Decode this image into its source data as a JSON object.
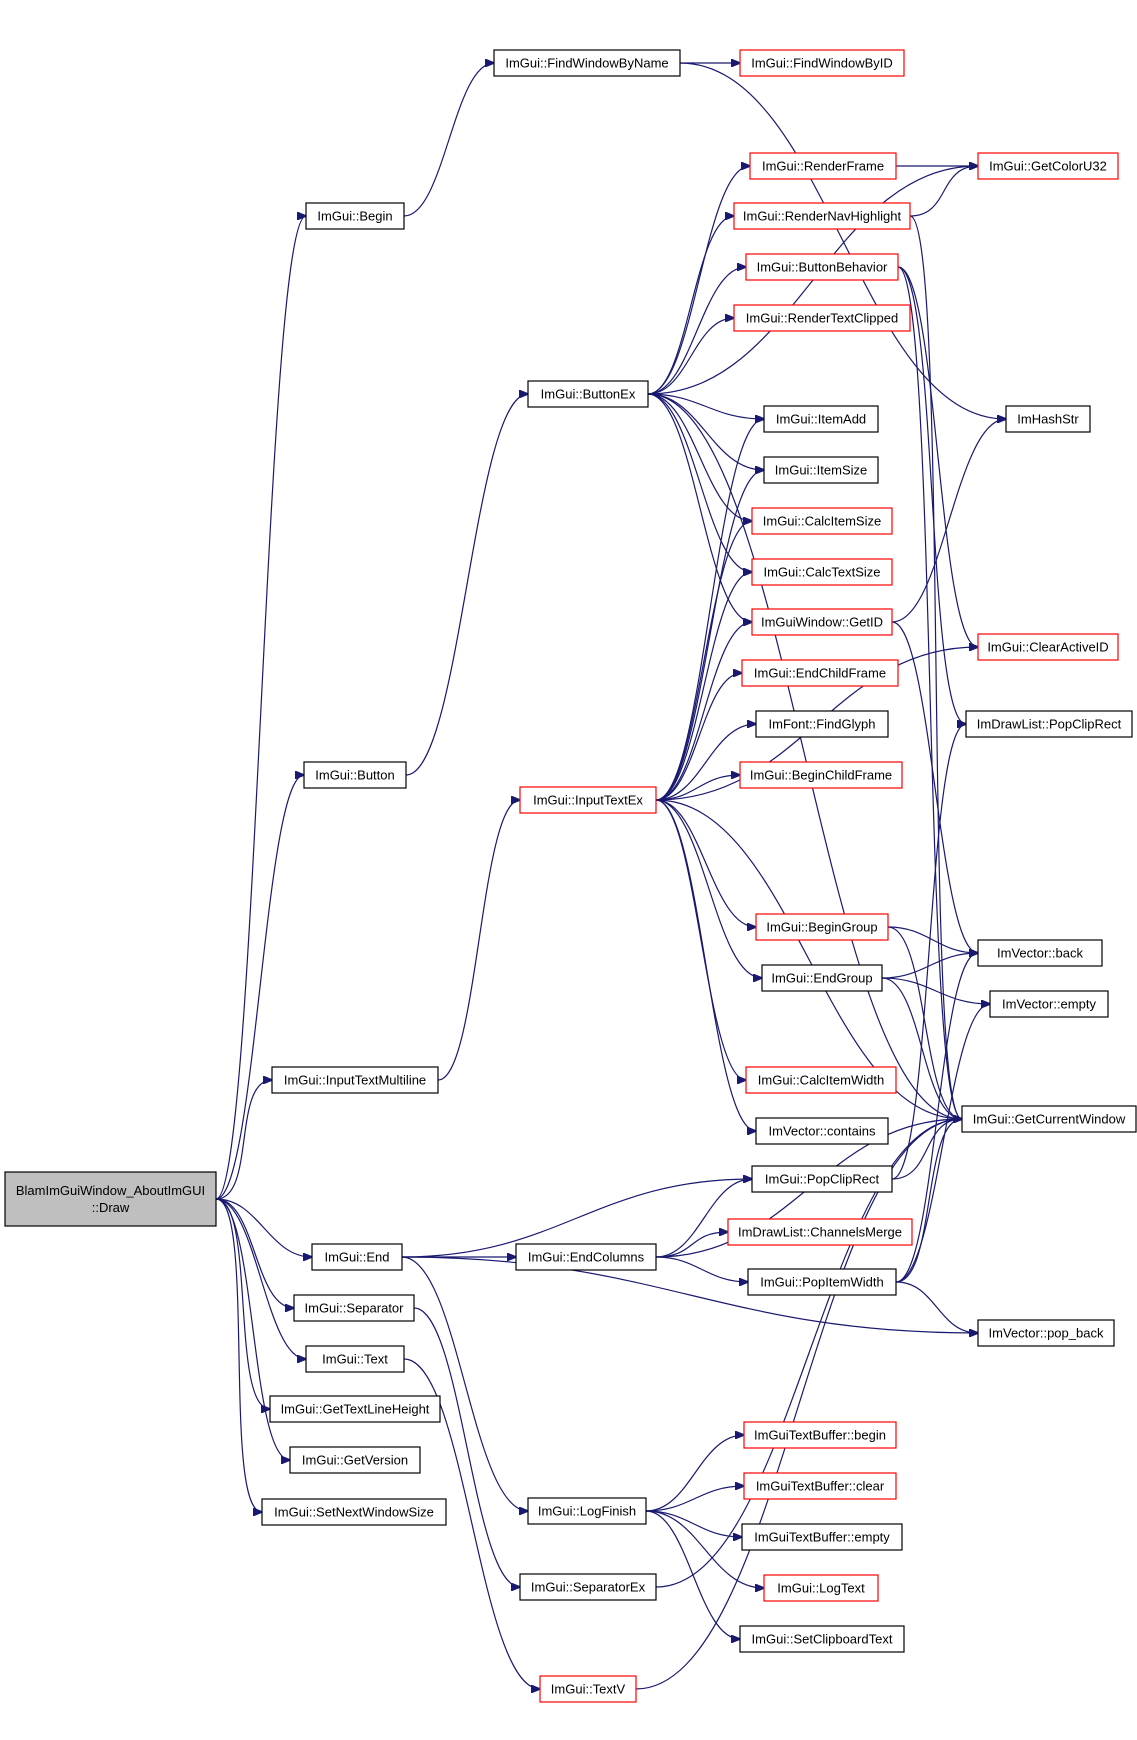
{
  "graph": {
    "root_id": "root",
    "nodes": [
      {
        "id": "root",
        "lines": [
          "BlamImGuiWindow_AboutImGUI",
          "::Draw"
        ],
        "style": "root"
      },
      {
        "id": "findWindowByName",
        "lines": [
          "ImGui::FindWindowByName"
        ],
        "style": "black"
      },
      {
        "id": "findWindowByID",
        "lines": [
          "ImGui::FindWindowByID"
        ],
        "style": "red"
      },
      {
        "id": "begin",
        "lines": [
          "ImGui::Begin"
        ],
        "style": "black"
      },
      {
        "id": "renderFrame",
        "lines": [
          "ImGui::RenderFrame"
        ],
        "style": "red"
      },
      {
        "id": "getColorU32",
        "lines": [
          "ImGui::GetColorU32"
        ],
        "style": "red"
      },
      {
        "id": "renderNavHighlight",
        "lines": [
          "ImGui::RenderNavHighlight"
        ],
        "style": "red"
      },
      {
        "id": "buttonBehavior",
        "lines": [
          "ImGui::ButtonBehavior"
        ],
        "style": "red"
      },
      {
        "id": "renderTextClipped",
        "lines": [
          "ImGui::RenderTextClipped"
        ],
        "style": "red"
      },
      {
        "id": "buttonEx",
        "lines": [
          "ImGui::ButtonEx"
        ],
        "style": "black"
      },
      {
        "id": "itemAdd",
        "lines": [
          "ImGui::ItemAdd"
        ],
        "style": "black"
      },
      {
        "id": "imHashStr",
        "lines": [
          "ImHashStr"
        ],
        "style": "black"
      },
      {
        "id": "itemSize",
        "lines": [
          "ImGui::ItemSize"
        ],
        "style": "black"
      },
      {
        "id": "calcItemSize",
        "lines": [
          "ImGui::CalcItemSize"
        ],
        "style": "red"
      },
      {
        "id": "calcTextSize",
        "lines": [
          "ImGui::CalcTextSize"
        ],
        "style": "red"
      },
      {
        "id": "getID",
        "lines": [
          "ImGuiWindow::GetID"
        ],
        "style": "red"
      },
      {
        "id": "clearActiveID",
        "lines": [
          "ImGui::ClearActiveID"
        ],
        "style": "red"
      },
      {
        "id": "endChildFrame",
        "lines": [
          "ImGui::EndChildFrame"
        ],
        "style": "red"
      },
      {
        "id": "drawListPopClipRect",
        "lines": [
          "ImDrawList::PopClipRect"
        ],
        "style": "black"
      },
      {
        "id": "findGlyph",
        "lines": [
          "ImFont::FindGlyph"
        ],
        "style": "black"
      },
      {
        "id": "button",
        "lines": [
          "ImGui::Button"
        ],
        "style": "black"
      },
      {
        "id": "beginChildFrame",
        "lines": [
          "ImGui::BeginChildFrame"
        ],
        "style": "red"
      },
      {
        "id": "inputTextEx",
        "lines": [
          "ImGui::InputTextEx"
        ],
        "style": "red"
      },
      {
        "id": "beginGroup",
        "lines": [
          "ImGui::BeginGroup"
        ],
        "style": "red"
      },
      {
        "id": "vecBack",
        "lines": [
          "ImVector::back"
        ],
        "style": "black"
      },
      {
        "id": "endGroup",
        "lines": [
          "ImGui::EndGroup"
        ],
        "style": "black"
      },
      {
        "id": "vecEmpty",
        "lines": [
          "ImVector::empty"
        ],
        "style": "black"
      },
      {
        "id": "calcItemWidth",
        "lines": [
          "ImGui::CalcItemWidth"
        ],
        "style": "red"
      },
      {
        "id": "inputTextMultiline",
        "lines": [
          "ImGui::InputTextMultiline"
        ],
        "style": "black"
      },
      {
        "id": "getCurrentWindow",
        "lines": [
          "ImGui::GetCurrentWindow"
        ],
        "style": "black"
      },
      {
        "id": "vecContains",
        "lines": [
          "ImVector::contains"
        ],
        "style": "black"
      },
      {
        "id": "popClipRect",
        "lines": [
          "ImGui::PopClipRect"
        ],
        "style": "black"
      },
      {
        "id": "channelsMerge",
        "lines": [
          "ImDrawList::ChannelsMerge"
        ],
        "style": "red"
      },
      {
        "id": "end",
        "lines": [
          "ImGui::End"
        ],
        "style": "black"
      },
      {
        "id": "endColumns",
        "lines": [
          "ImGui::EndColumns"
        ],
        "style": "black"
      },
      {
        "id": "popItemWidth",
        "lines": [
          "ImGui::PopItemWidth"
        ],
        "style": "black"
      },
      {
        "id": "separator",
        "lines": [
          "ImGui::Separator"
        ],
        "style": "black"
      },
      {
        "id": "vecPopBack",
        "lines": [
          "ImVector::pop_back"
        ],
        "style": "black"
      },
      {
        "id": "text",
        "lines": [
          "ImGui::Text"
        ],
        "style": "black"
      },
      {
        "id": "getTextLineHeight",
        "lines": [
          "ImGui::GetTextLineHeight"
        ],
        "style": "black"
      },
      {
        "id": "tbBegin",
        "lines": [
          "ImGuiTextBuffer::begin"
        ],
        "style": "red"
      },
      {
        "id": "getVersion",
        "lines": [
          "ImGui::GetVersion"
        ],
        "style": "black"
      },
      {
        "id": "tbClear",
        "lines": [
          "ImGuiTextBuffer::clear"
        ],
        "style": "red"
      },
      {
        "id": "setNextWindowSize",
        "lines": [
          "ImGui::SetNextWindowSize"
        ],
        "style": "black"
      },
      {
        "id": "logFinish",
        "lines": [
          "ImGui::LogFinish"
        ],
        "style": "black"
      },
      {
        "id": "tbEmpty",
        "lines": [
          "ImGuiTextBuffer::empty"
        ],
        "style": "black"
      },
      {
        "id": "logText",
        "lines": [
          "ImGui::LogText"
        ],
        "style": "red"
      },
      {
        "id": "separatorEx",
        "lines": [
          "ImGui::SeparatorEx"
        ],
        "style": "black"
      },
      {
        "id": "setClipboardText",
        "lines": [
          "ImGui::SetClipboardText"
        ],
        "style": "black"
      },
      {
        "id": "textV",
        "lines": [
          "ImGui::TextV"
        ],
        "style": "red"
      }
    ],
    "edges": [
      [
        "root",
        "begin"
      ],
      [
        "root",
        "button"
      ],
      [
        "root",
        "inputTextMultiline"
      ],
      [
        "root",
        "end"
      ],
      [
        "root",
        "separator"
      ],
      [
        "root",
        "text"
      ],
      [
        "root",
        "getTextLineHeight"
      ],
      [
        "root",
        "getVersion"
      ],
      [
        "root",
        "setNextWindowSize"
      ],
      [
        "begin",
        "findWindowByName"
      ],
      [
        "findWindowByName",
        "findWindowByID"
      ],
      [
        "findWindowByName",
        "imHashStr"
      ],
      [
        "button",
        "buttonEx"
      ],
      [
        "buttonEx",
        "getColorU32"
      ],
      [
        "buttonEx",
        "renderFrame"
      ],
      [
        "buttonEx",
        "renderNavHighlight"
      ],
      [
        "buttonEx",
        "buttonBehavior"
      ],
      [
        "buttonEx",
        "renderTextClipped"
      ],
      [
        "buttonEx",
        "itemAdd"
      ],
      [
        "buttonEx",
        "itemSize"
      ],
      [
        "buttonEx",
        "calcItemSize"
      ],
      [
        "buttonEx",
        "calcTextSize"
      ],
      [
        "buttonEx",
        "getID"
      ],
      [
        "buttonEx",
        "getCurrentWindow"
      ],
      [
        "renderFrame",
        "getColorU32"
      ],
      [
        "renderNavHighlight",
        "getColorU32"
      ],
      [
        "renderNavHighlight",
        "getCurrentWindow"
      ],
      [
        "buttonBehavior",
        "clearActiveID"
      ],
      [
        "buttonBehavior",
        "getCurrentWindow"
      ],
      [
        "buttonBehavior",
        "drawListPopClipRect"
      ],
      [
        "getID",
        "imHashStr"
      ],
      [
        "getID",
        "vecBack"
      ],
      [
        "inputTextMultiline",
        "inputTextEx"
      ],
      [
        "inputTextEx",
        "itemAdd"
      ],
      [
        "inputTextEx",
        "itemSize"
      ],
      [
        "inputTextEx",
        "calcItemSize"
      ],
      [
        "inputTextEx",
        "calcTextSize"
      ],
      [
        "inputTextEx",
        "getID"
      ],
      [
        "inputTextEx",
        "endChildFrame"
      ],
      [
        "inputTextEx",
        "findGlyph"
      ],
      [
        "inputTextEx",
        "beginChildFrame"
      ],
      [
        "inputTextEx",
        "clearActiveID"
      ],
      [
        "inputTextEx",
        "beginGroup"
      ],
      [
        "inputTextEx",
        "endGroup"
      ],
      [
        "inputTextEx",
        "calcItemWidth"
      ],
      [
        "inputTextEx",
        "vecContains"
      ],
      [
        "inputTextEx",
        "getCurrentWindow"
      ],
      [
        "beginGroup",
        "vecBack"
      ],
      [
        "beginGroup",
        "getCurrentWindow"
      ],
      [
        "endGroup",
        "vecBack"
      ],
      [
        "endGroup",
        "vecEmpty"
      ],
      [
        "endGroup",
        "getCurrentWindow"
      ],
      [
        "end",
        "popClipRect"
      ],
      [
        "end",
        "endColumns"
      ],
      [
        "end",
        "vecPopBack"
      ],
      [
        "end",
        "logFinish"
      ],
      [
        "endColumns",
        "popClipRect"
      ],
      [
        "endColumns",
        "channelsMerge"
      ],
      [
        "endColumns",
        "popItemWidth"
      ],
      [
        "endColumns",
        "getCurrentWindow"
      ],
      [
        "popClipRect",
        "getCurrentWindow"
      ],
      [
        "popClipRect",
        "drawListPopClipRect"
      ],
      [
        "popItemWidth",
        "vecBack"
      ],
      [
        "popItemWidth",
        "vecEmpty"
      ],
      [
        "popItemWidth",
        "vecPopBack"
      ],
      [
        "popItemWidth",
        "getCurrentWindow"
      ],
      [
        "separator",
        "separatorEx"
      ],
      [
        "separatorEx",
        "getCurrentWindow"
      ],
      [
        "text",
        "textV"
      ],
      [
        "textV",
        "getCurrentWindow"
      ],
      [
        "logFinish",
        "tbBegin"
      ],
      [
        "logFinish",
        "tbClear"
      ],
      [
        "logFinish",
        "tbEmpty"
      ],
      [
        "logFinish",
        "logText"
      ],
      [
        "logFinish",
        "setClipboardText"
      ]
    ]
  }
}
